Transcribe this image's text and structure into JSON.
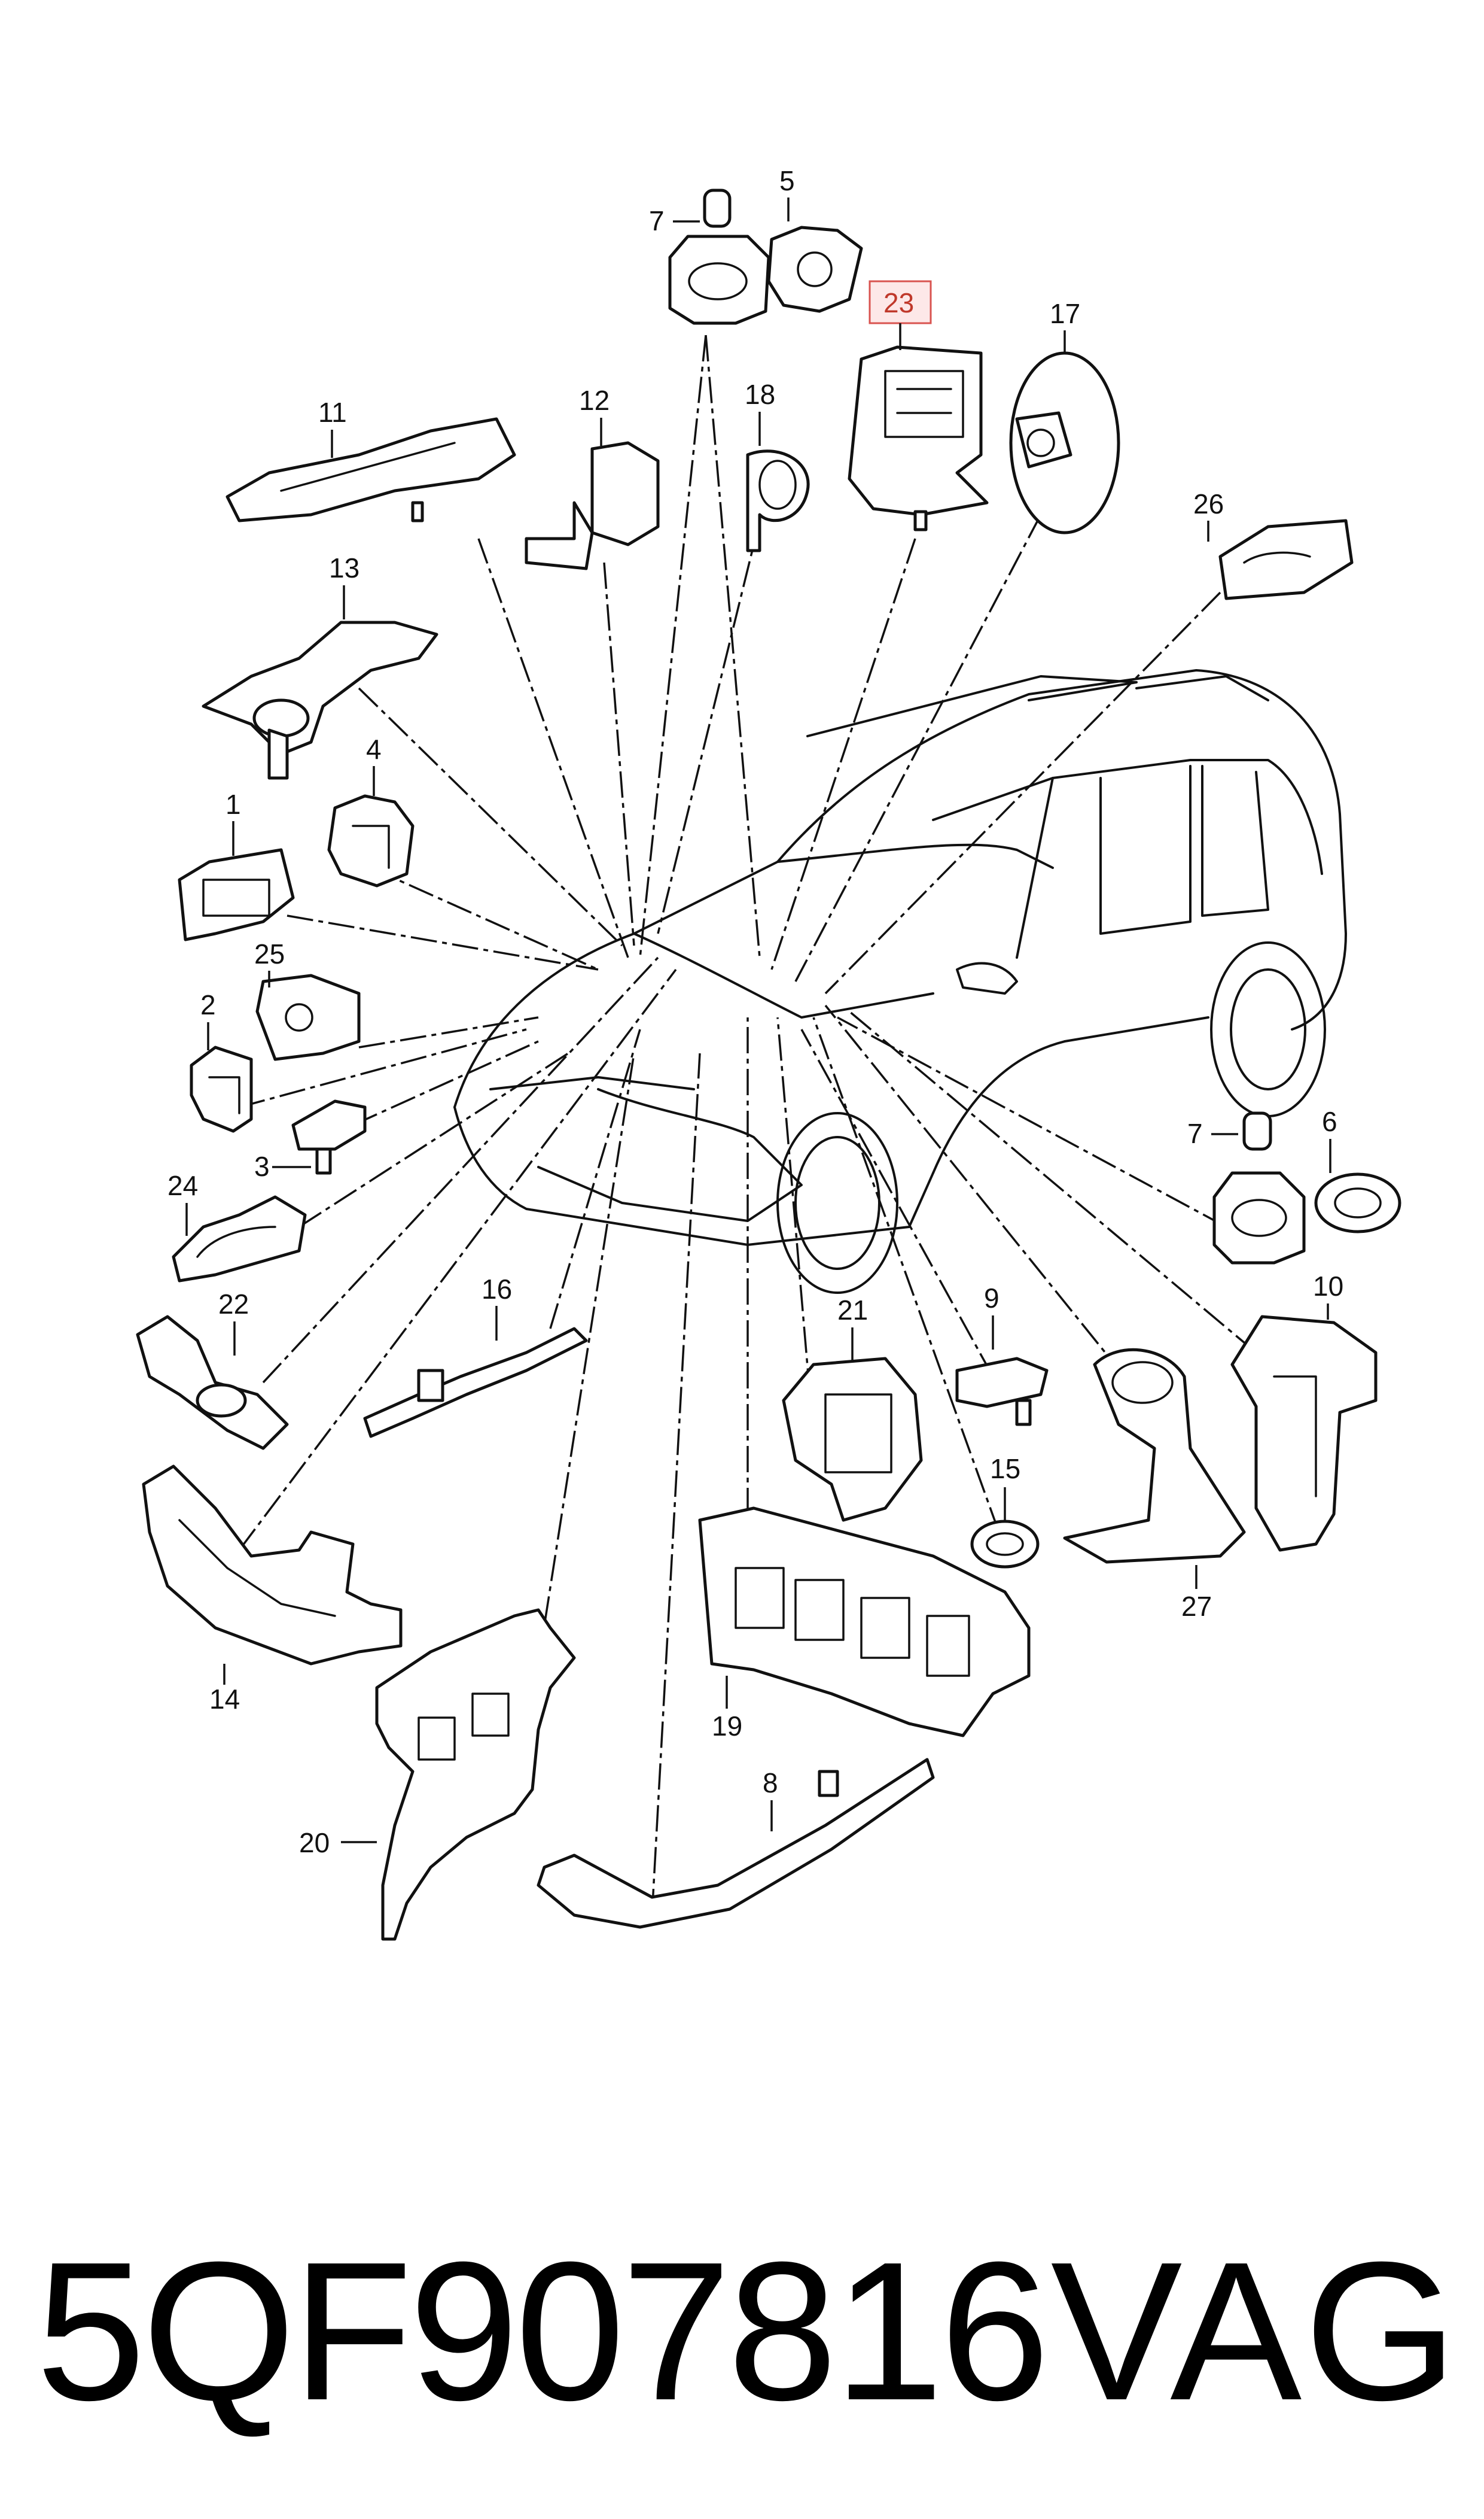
{
  "diagram": {
    "callouts": [
      {
        "id": "c7a",
        "label": "7"
      },
      {
        "id": "c5",
        "label": "5"
      },
      {
        "id": "c23",
        "label": "23",
        "highlighted": true
      },
      {
        "id": "c17",
        "label": "17"
      },
      {
        "id": "c11",
        "label": "11"
      },
      {
        "id": "c12",
        "label": "12"
      },
      {
        "id": "c18",
        "label": "18"
      },
      {
        "id": "c26",
        "label": "26"
      },
      {
        "id": "c13",
        "label": "13"
      },
      {
        "id": "c4",
        "label": "4"
      },
      {
        "id": "c1",
        "label": "1"
      },
      {
        "id": "c25",
        "label": "25"
      },
      {
        "id": "c2",
        "label": "2"
      },
      {
        "id": "c3",
        "label": "3"
      },
      {
        "id": "c24",
        "label": "24"
      },
      {
        "id": "c22",
        "label": "22"
      },
      {
        "id": "c16",
        "label": "16"
      },
      {
        "id": "c21",
        "label": "21"
      },
      {
        "id": "c9",
        "label": "9"
      },
      {
        "id": "c7b",
        "label": "7"
      },
      {
        "id": "c6",
        "label": "6"
      },
      {
        "id": "c10",
        "label": "10"
      },
      {
        "id": "c15",
        "label": "15"
      },
      {
        "id": "c27",
        "label": "27"
      },
      {
        "id": "c14",
        "label": "14"
      },
      {
        "id": "c19",
        "label": "19"
      },
      {
        "id": "c8",
        "label": "8"
      },
      {
        "id": "c20",
        "label": "20"
      }
    ],
    "highlight_color": "#d9534f"
  },
  "footer": {
    "part_number": "5QF907816",
    "brand": "VAG"
  }
}
